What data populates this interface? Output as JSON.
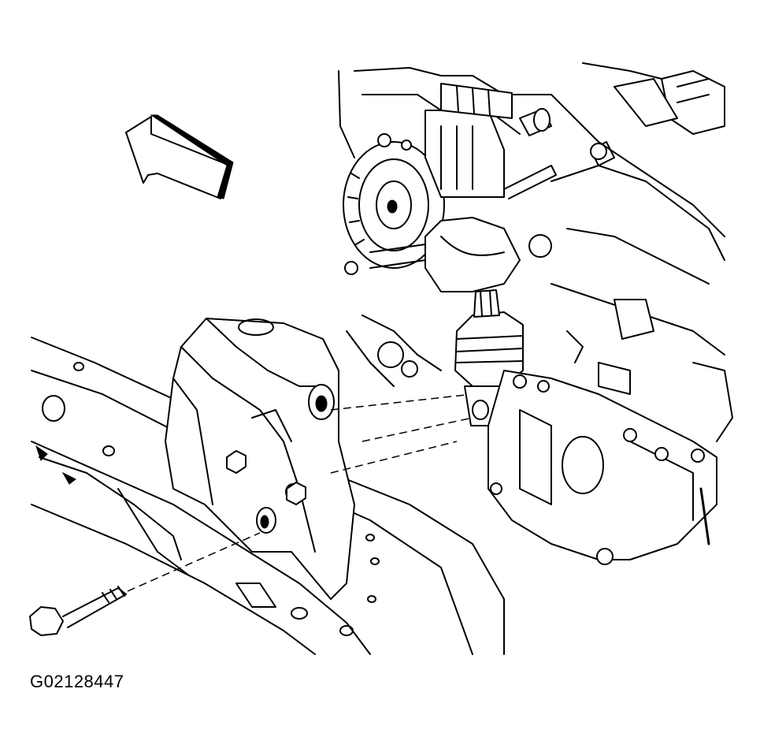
{
  "figure": {
    "caption": "G02128447",
    "components": [
      "direction-arrow-icon",
      "engine-assembly",
      "generator",
      "engine-mount",
      "mount-bracket",
      "frame-rail",
      "mount-bolt",
      "mount-nut"
    ]
  }
}
